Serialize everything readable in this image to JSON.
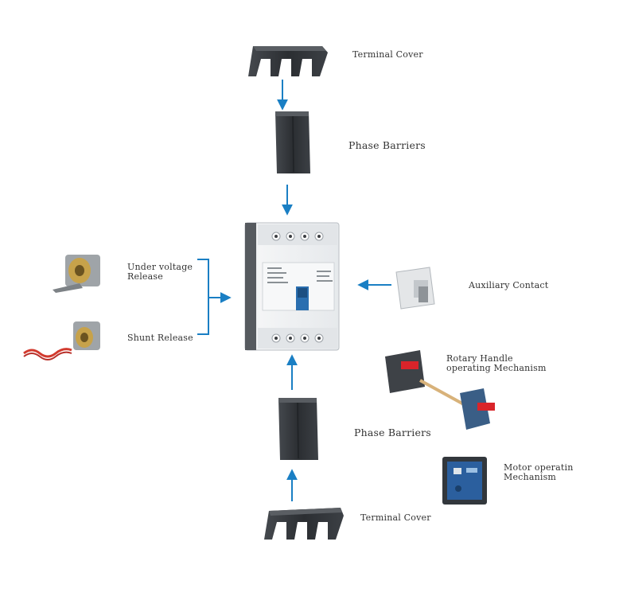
{
  "labels": {
    "terminal_cover_top": "Terminal Cover",
    "phase_barriers_top": "Phase Barriers",
    "under_voltage_line1": "Under voltage",
    "under_voltage_line2": "Release",
    "shunt_release": "Shunt Release",
    "auxiliary_contact": "Auxiliary Contact",
    "rotary_handle_line1": "Rotary Handle",
    "rotary_handle_line2": "operating Mechanism",
    "phase_barriers_bottom": "Phase Barriers",
    "motor_operating_line1": "Motor operatin",
    "motor_operating_line2": "Mechanism",
    "terminal_cover_bottom": "Terminal Cover"
  },
  "colors": {
    "arrow": "#1a7fc4",
    "dark_part": "#2e3135",
    "breaker_body": "#eef0f2",
    "handle": "#2a6fb0",
    "rotary_red": "#d9242a"
  }
}
